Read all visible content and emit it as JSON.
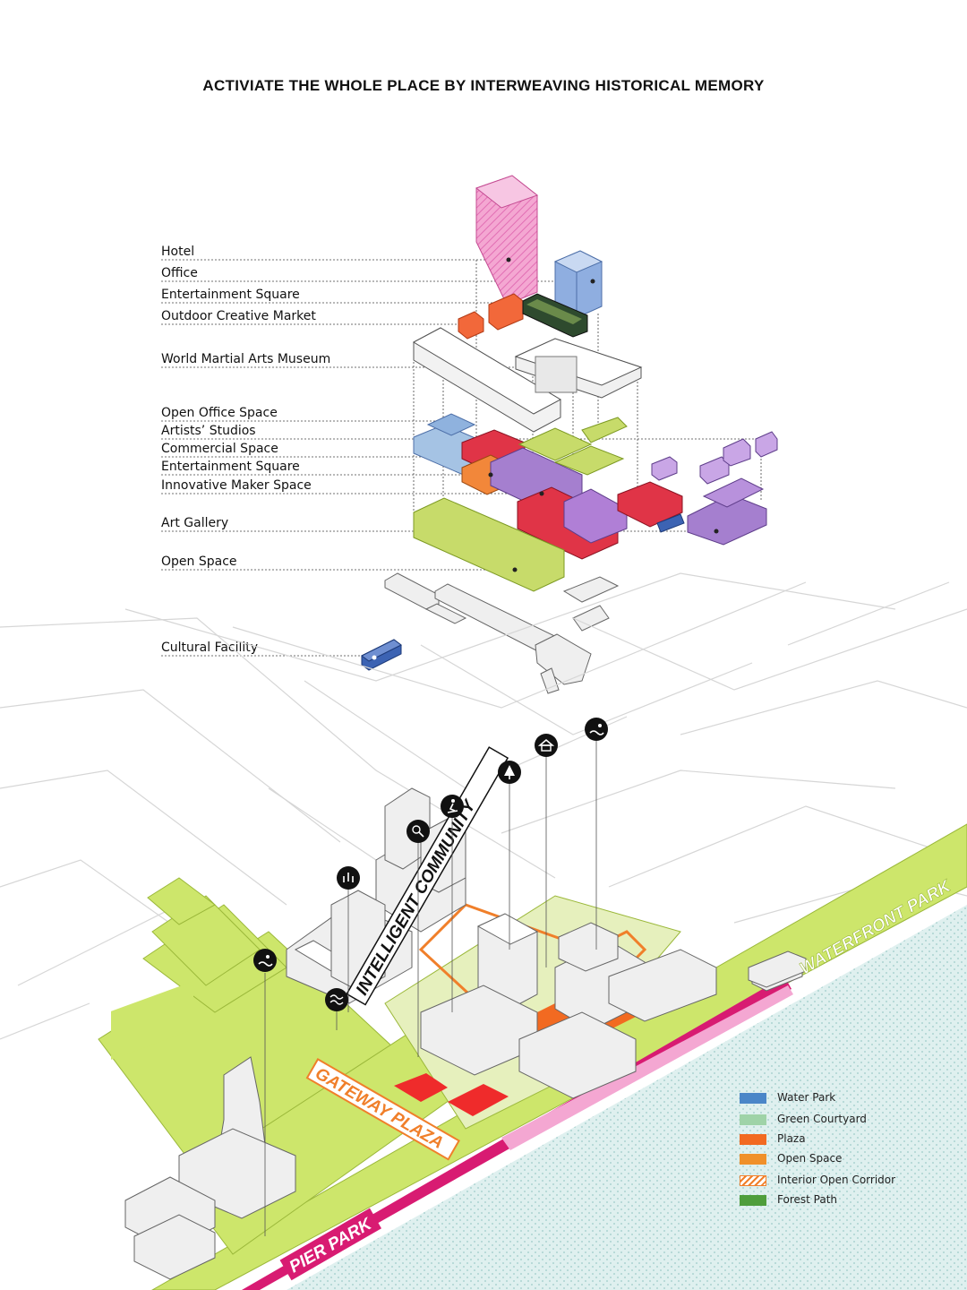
{
  "title": "ACTIVIATE THE WHOLE PLACE BY INTERWEAVING HISTORICAL MEMORY",
  "exploded_labels": [
    {
      "name": "label-hotel",
      "text": "Hotel"
    },
    {
      "name": "label-office",
      "text": "Office"
    },
    {
      "name": "label-entertainment-square-1",
      "text": "Entertainment Square"
    },
    {
      "name": "label-outdoor-creative-market",
      "text": "Outdoor Creative Market"
    },
    {
      "name": "label-world-martial-arts-museum",
      "text": "World Martial Arts Museum"
    },
    {
      "name": "label-open-office-space",
      "text": "Open Office Space"
    },
    {
      "name": "label-artists-studios",
      "text": "Artists’ Studios"
    },
    {
      "name": "label-commercial-space",
      "text": "Commercial Space"
    },
    {
      "name": "label-entertainment-square-2",
      "text": "Entertainment Square"
    },
    {
      "name": "label-innovative-maker-space",
      "text": "Innovative Maker Space"
    },
    {
      "name": "label-art-gallery",
      "text": "Art Gallery"
    },
    {
      "name": "label-open-space",
      "text": "Open Space"
    },
    {
      "name": "label-cultural-facility",
      "text": "Cultural Facility"
    }
  ],
  "map_labels": {
    "intelligent_community": "INTELLIGENT COMMUNITY",
    "gateway_plaza": "GATEWAY PLAZA",
    "waterfront_park": "WATERFRONT PARK",
    "pier_park": "PIER PARK"
  },
  "activity_icons": [
    "swim-icon",
    "fountain-icon",
    "tennis-icon",
    "skateboard-icon",
    "tree-icon",
    "pavilion-icon",
    "swim-icon",
    "wave-icon"
  ],
  "legend": [
    {
      "name": "legend-water-park",
      "label": "Water Park",
      "color": "#4a86c8",
      "style": "solid"
    },
    {
      "name": "legend-green-courtyard",
      "label": "Green Courtyard",
      "color": "#9fd3a8",
      "style": "solid"
    },
    {
      "name": "legend-plaza",
      "label": "Plaza",
      "color": "#f26a21",
      "style": "solid"
    },
    {
      "name": "legend-open-space",
      "label": "Open Space",
      "color": "#f0902a",
      "style": "solid"
    },
    {
      "name": "legend-interior-open-corridor",
      "label": "Interior Open Corridor",
      "color": "#f07f2a",
      "style": "hatch"
    },
    {
      "name": "legend-forest-path",
      "label": "Forest Path",
      "color": "#4f9e3c",
      "style": "solid"
    }
  ],
  "colors": {
    "hotel": "#e58ec4",
    "office": "#9fb8dd",
    "entertainment": "#f2683a",
    "maker": "#a57fcf",
    "gallery": "#e03447",
    "open_space": "#c7db6a",
    "cultural": "#3c63b3",
    "water": "#d9efef",
    "park_green": "#cde66b",
    "pier_magenta": "#d81b72"
  }
}
